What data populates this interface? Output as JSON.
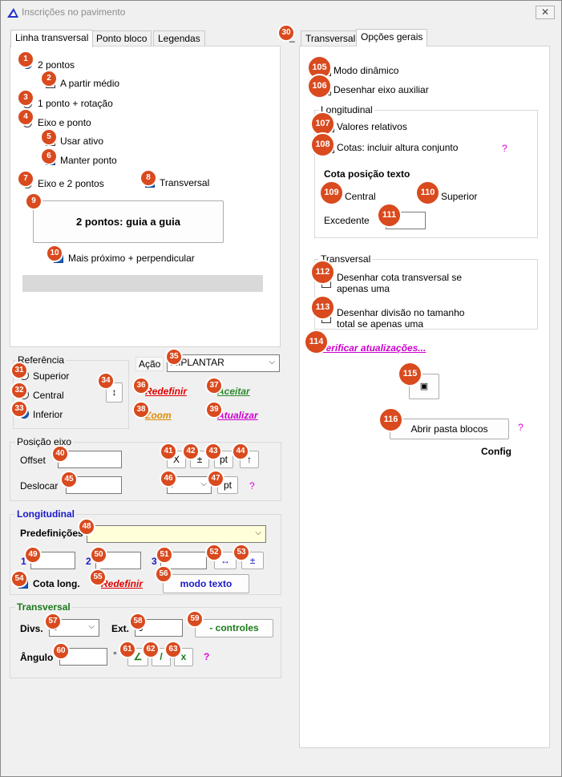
{
  "window": {
    "title": "Inscrições no pavimento",
    "close_glyph": "✕",
    "app_icon": "ruler-triangle-icon"
  },
  "left_tabs": [
    "Linha transversal",
    "Ponto bloco",
    "Legendas"
  ],
  "right_tabs": [
    "Transversal",
    "Opções gerais"
  ],
  "left_tab_scroll_glyph": "_",
  "linha_transversal": {
    "opt_2_pontos": "2 pontos",
    "chk_a_partir_medio": "A partir médio",
    "opt_1_ponto_rotacao": "1 ponto + rotação",
    "opt_eixo_ponto": "Eixo e ponto",
    "chk_usar_ativo": "Usar ativo",
    "chk_manter_ponto": "Manter ponto",
    "opt_eixo_2_pontos": "Eixo e 2 pontos",
    "chk_transversal": "Transversal",
    "mode_button": "2 pontos: guia a guia",
    "chk_mais_proximo": "Mais próximo + perpendicular"
  },
  "referencia": {
    "title": "Referência",
    "opt_superior": "Superior",
    "opt_central": "Central",
    "opt_inferior": "Inferior",
    "swap_glyph": "↕"
  },
  "acao": {
    "label": "Ação",
    "value": "IMPLANTAR",
    "arrow": "⌵"
  },
  "action_links": {
    "redefinir": "Redefinir",
    "aceitar": "Aceitar",
    "zoom": "Zoom",
    "atualizar": "Atualizar"
  },
  "posicao_eixo": {
    "title": "Posição eixo",
    "offset_label": "Offset",
    "deslocar_label": "Deslocar",
    "btn_x": "X",
    "btn_pm": "±",
    "btn_pt": "pt",
    "btn_up": "↑",
    "select_value": "↑",
    "btn_pt2": "pt",
    "help": "?"
  },
  "longitudinal": {
    "title": "Longitudinal",
    "predef_label": "Predefinições",
    "n1": "1",
    "n2": "2",
    "n3": "3",
    "btn_swap": "↔",
    "btn_pm": "±",
    "chk_cota_long": "Cota long.",
    "redefinir": "Redefinir",
    "modo_texto": "modo texto"
  },
  "transversal": {
    "title": "Transversal",
    "divs_label": "Divs.",
    "divs_value": "3",
    "ext_label": "Ext.",
    "ext_value": "0",
    "controles": "- controles",
    "angulo_label": "Ângulo",
    "degree": "°",
    "btn_angle": "∠",
    "btn_slash": "/",
    "btn_x": "x",
    "help": "?"
  },
  "opcoes_gerais": {
    "chk_modo_dinamico": "Modo dinâmico",
    "chk_eixo_auxiliar": "Desenhar eixo auxiliar",
    "longitudinal_title": "Longitudinal",
    "chk_valores_relativos": "Valores relativos",
    "chk_cotas_altura": "Cotas: incluir altura conjunto",
    "help": "?",
    "cota_posicao_title": "Cota posição texto",
    "opt_central": "Central",
    "opt_superior": "Superior",
    "excedente_label": "Excedente",
    "transversal_title": "Transversal",
    "chk_cota_transversal": "Desenhar cota transversal se apenas uma",
    "chk_divisao_total": "Desenhar divisão no tamanho total se apenas uma",
    "verificar_link": "Verificar atualizações...",
    "small_btn_glyph": "▣",
    "abrir_pasta": "Abrir pasta blocos",
    "help2": "?",
    "config": "Config"
  },
  "badges": [
    "1",
    "2",
    "3",
    "4",
    "5",
    "6",
    "7",
    "8",
    "9",
    "10",
    "30",
    "31",
    "32",
    "33",
    "34",
    "35",
    "36",
    "37",
    "38",
    "39",
    "40",
    "41",
    "42",
    "43",
    "44",
    "45",
    "46",
    "47",
    "48",
    "49",
    "50",
    "51",
    "52",
    "53",
    "54",
    "55",
    "56",
    "57",
    "58",
    "59",
    "60",
    "61",
    "62",
    "63",
    "105",
    "106",
    "107",
    "108",
    "109",
    "110",
    "111",
    "112",
    "113",
    "114",
    "115",
    "116"
  ],
  "colors": {
    "badge": "#d94a1e",
    "blue_heading": "#1a1acc",
    "green_heading": "#1a7a1a",
    "redefinir": "#e00000",
    "aceitar": "#2a8a2a",
    "zoom": "#e08a00",
    "atualizar": "#cc00cc",
    "help": "#e000e0",
    "selected": "#1560c0"
  }
}
